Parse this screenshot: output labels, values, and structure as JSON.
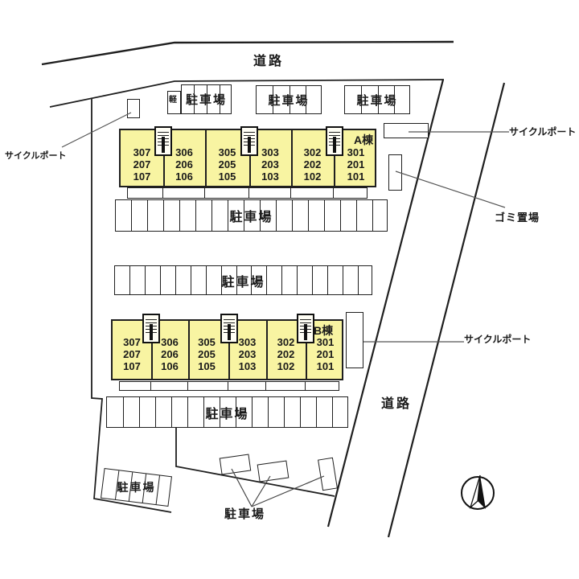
{
  "labels": {
    "road": "道路",
    "parking": "駐車場",
    "kei": "軽",
    "cycle_port": "サイクルポート",
    "garbage": "ゴミ置場"
  },
  "buildings": [
    {
      "label": "A棟",
      "stacks": [
        [
          "307",
          "207",
          "107"
        ],
        [
          "306",
          "206",
          "106"
        ],
        [
          "305",
          "205",
          "105"
        ],
        [
          "303",
          "203",
          "103"
        ],
        [
          "302",
          "202",
          "102"
        ],
        [
          "301",
          "201",
          "101"
        ]
      ]
    },
    {
      "label": "B棟",
      "stacks": [
        [
          "307",
          "207",
          "107"
        ],
        [
          "306",
          "206",
          "106"
        ],
        [
          "305",
          "205",
          "105"
        ],
        [
          "303",
          "203",
          "103"
        ],
        [
          "302",
          "202",
          "102"
        ],
        [
          "301",
          "201",
          "101"
        ]
      ]
    }
  ],
  "parking": {
    "top_blocks_stalls": [
      4,
      4,
      4
    ],
    "row_below_a_stalls": 17,
    "row_between_stalls": 17,
    "row_below_b_stalls": 15,
    "small_lot_stalls": 5,
    "angled_spots": 3
  },
  "icons": {
    "north_arrow": "north-arrow-compass"
  },
  "colors": {
    "building_fill": "#F8F4A2",
    "line": "#1f1f1f",
    "leader": "#555555"
  }
}
